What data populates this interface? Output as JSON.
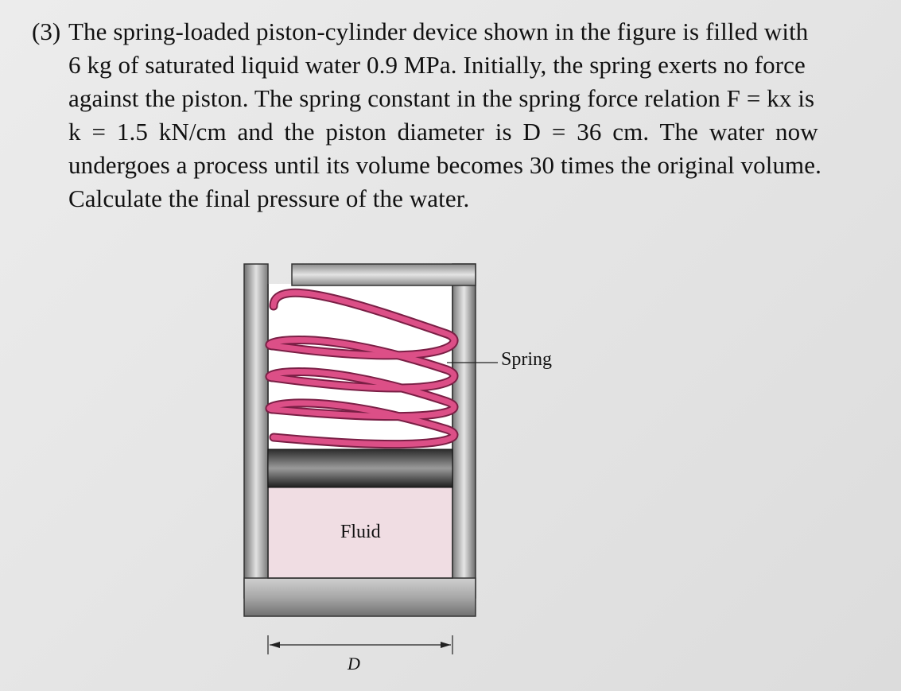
{
  "problem": {
    "number": "(3)",
    "lines": [
      "The spring-loaded piston-cylinder device shown in the figure is filled with",
      "6 kg of saturated liquid water 0.9 MPa. Initially, the spring exerts no force",
      "against the piston. The spring constant in the spring force relation F = kx is",
      "k = 1.5 kN/cm and the piston diameter is D = 36 cm. The water now",
      "undergoes a process until its volume becomes 30 times the original volume.",
      "Calculate the final pressure of the water."
    ]
  },
  "figure": {
    "spring_label": "Spring",
    "fluid_label": "Fluid",
    "diameter_label": "D"
  },
  "colors": {
    "spring": "#d44d84",
    "fluid": "#f0dde3",
    "piston": "#2a2a2a",
    "wall": "#9a9a9a"
  }
}
